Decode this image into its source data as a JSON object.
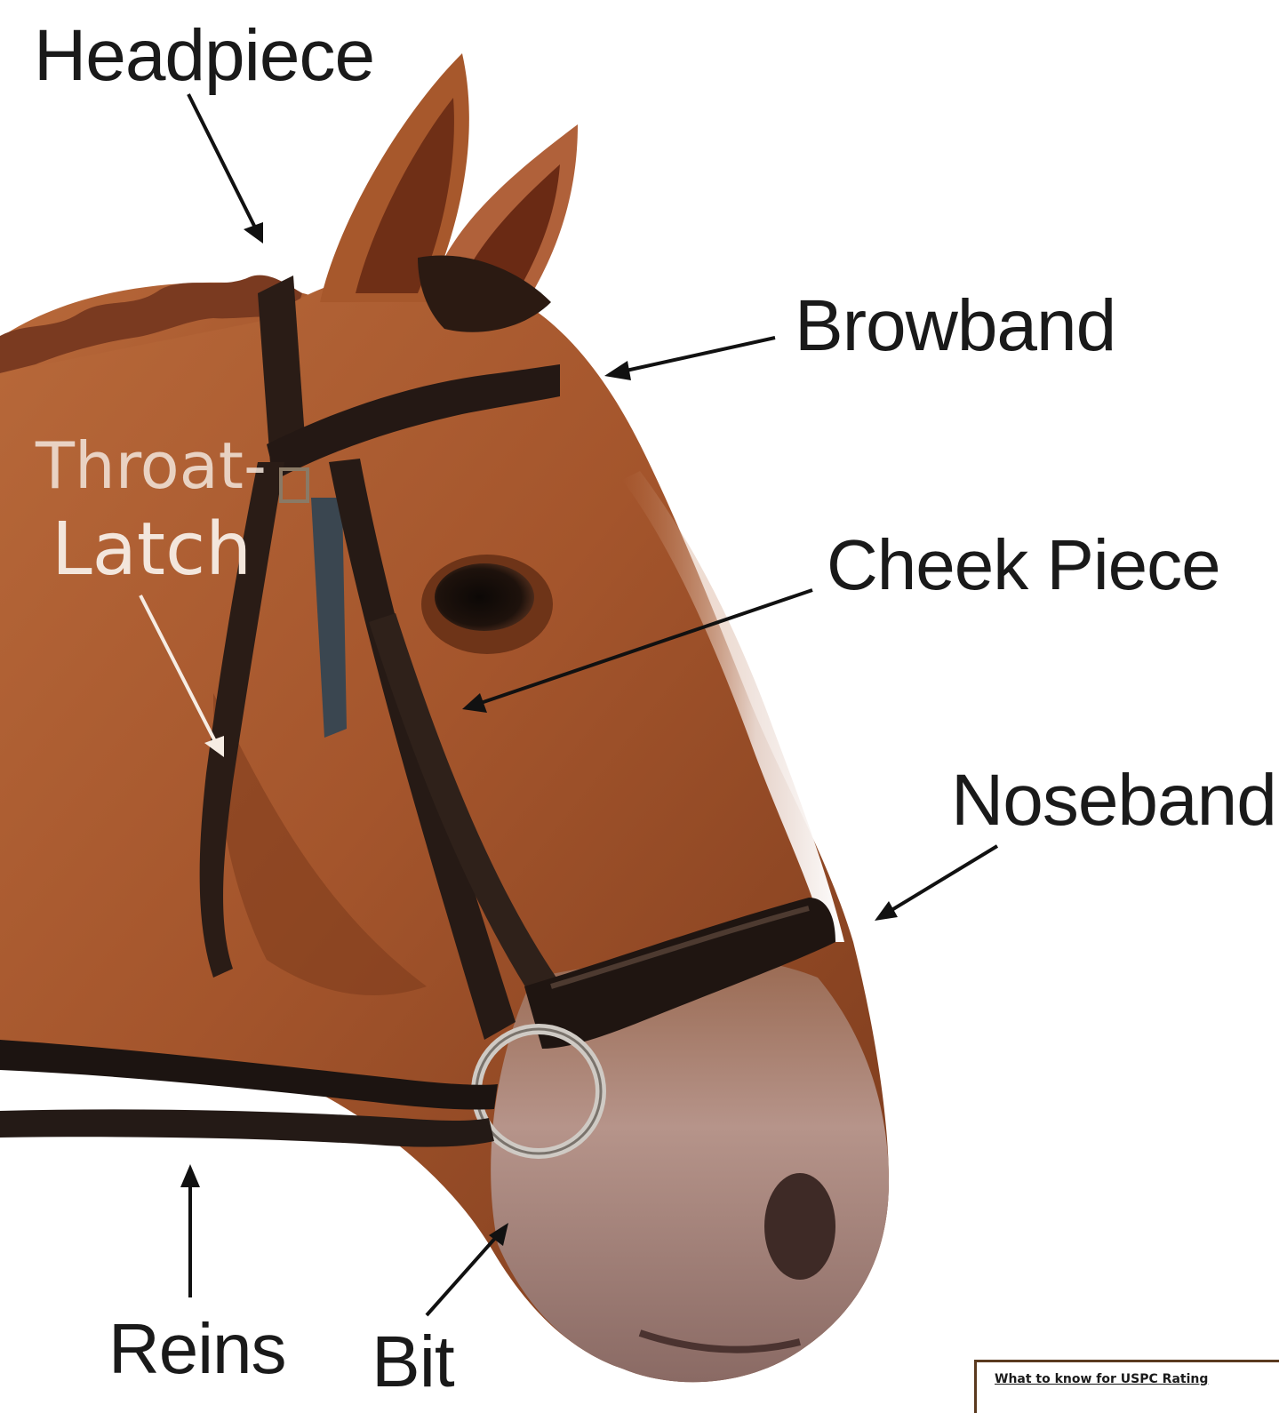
{
  "labels": {
    "headpiece": "Headpiece",
    "browband": "Browband",
    "throat": "Throat-",
    "latch": "Latch",
    "cheek_piece": "Cheek Piece",
    "noseband": "Noseband",
    "reins": "Reins",
    "bit": "Bit"
  },
  "footer": {
    "text": "What to know for USPC Rating"
  },
  "colors": {
    "coat": "#a4552c",
    "coat_dark": "#6e3418",
    "leather": "#2a1c16",
    "muzzle": "#b89a92",
    "arrow": "#111111",
    "arrow_light": "#f6ece3",
    "footer_border": "#5a3a1f"
  }
}
